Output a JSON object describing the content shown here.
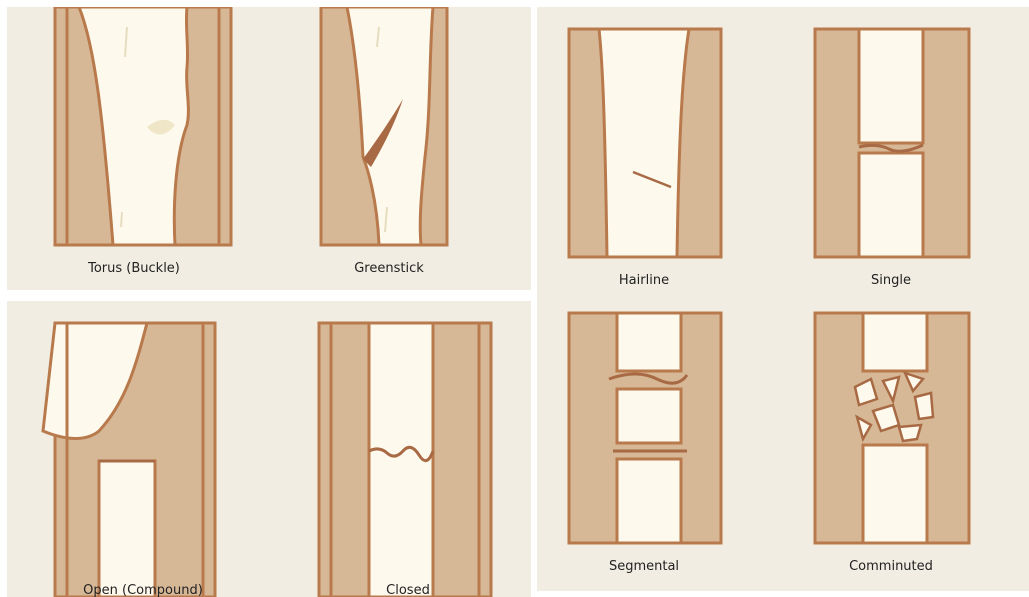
{
  "panel_top_left": {
    "labels": {
      "torus": "Torus (Buckle)",
      "greenstick": "Greenstick"
    }
  },
  "panel_bottom_left": {
    "labels": {
      "open": "Open (Compound)",
      "closed": "Closed"
    }
  },
  "panel_right": {
    "labels": {
      "hairline": "Hairline",
      "single": "Single",
      "segmental": "Segmental",
      "comminuted": "Comminuted"
    }
  },
  "colors": {
    "panel_bg": "#f1ede2",
    "bone_cortex": "#d7b896",
    "bone_outline": "#b87a4c",
    "marrow": "#fdf9ec",
    "marrow_shadow": "#efe6c8"
  }
}
